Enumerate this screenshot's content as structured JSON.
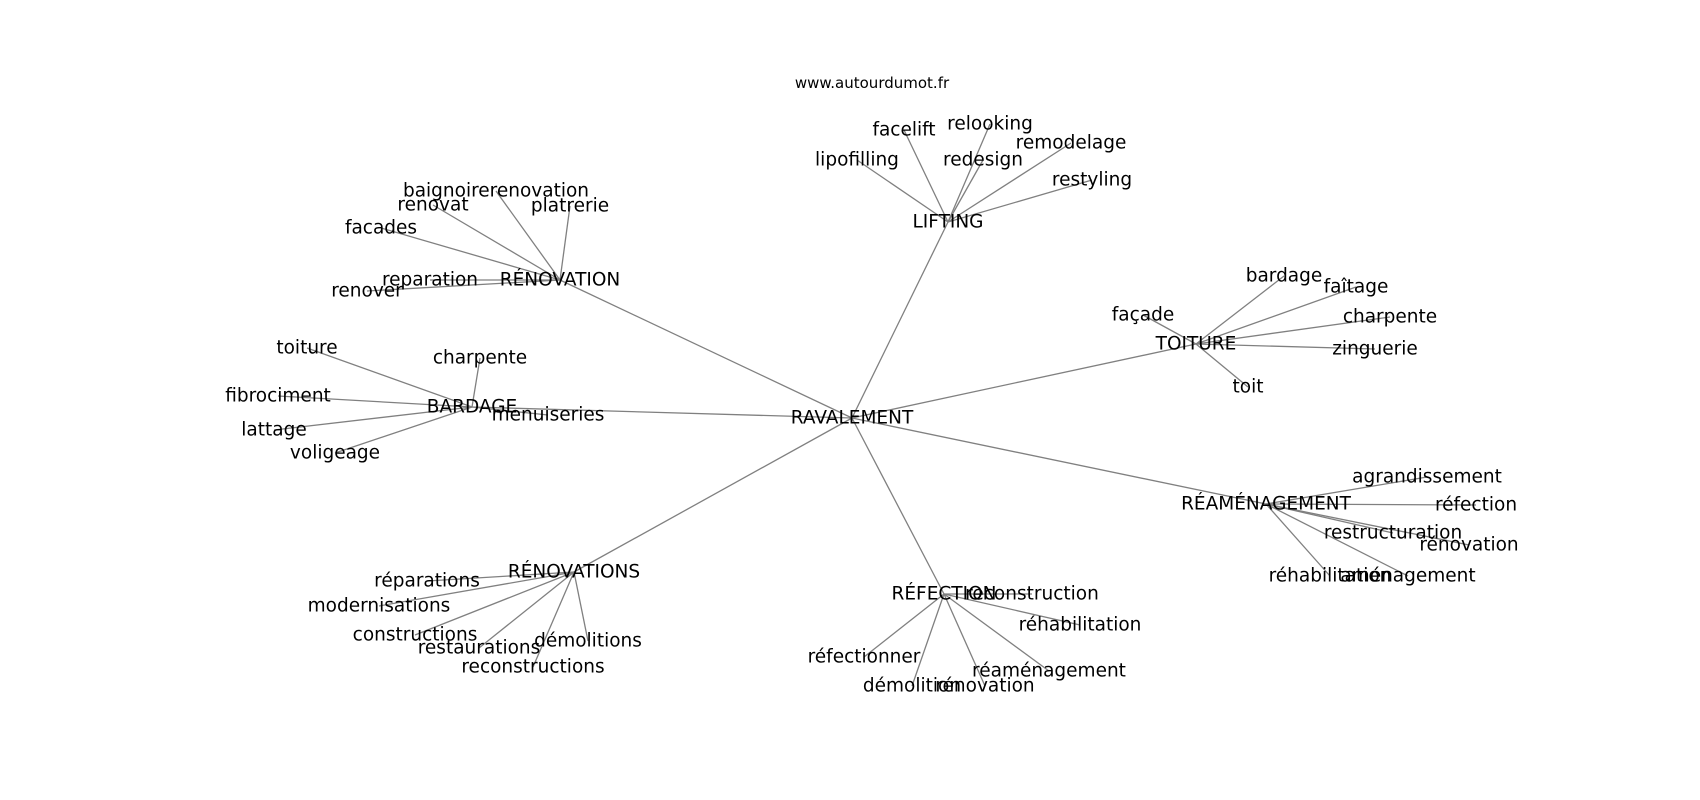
{
  "site": "www.autourdumot.fr",
  "root": "RAVALEMENT",
  "clusters": [
    {
      "hub": "RÉNOVATION",
      "leaves": [
        "baignoirerenovation",
        "renovat",
        "platrerie",
        "facades",
        "reparation",
        "renover"
      ]
    },
    {
      "hub": "LIFTING",
      "leaves": [
        "facelift",
        "relooking",
        "remodelage",
        "lipofilling",
        "redesign",
        "restyling"
      ]
    },
    {
      "hub": "TOITURE",
      "leaves": [
        "bardage",
        "faîtage",
        "façade",
        "charpente",
        "zinguerie",
        "toit"
      ]
    },
    {
      "hub": "BARDAGE",
      "leaves": [
        "toiture",
        "charpente",
        "fibrociment",
        "menuiseries",
        "lattage",
        "voligeage"
      ]
    },
    {
      "hub": "RÉAMÉNAGEMENT",
      "leaves": [
        "agrandissement",
        "réfection",
        "restructuration",
        "rénovation",
        "réhabilitation",
        "aménagement"
      ]
    },
    {
      "hub": "RÉNOVATIONS",
      "leaves": [
        "réparations",
        "modernisations",
        "constructions",
        "restaurations",
        "démolitions",
        "reconstructions"
      ]
    },
    {
      "hub": "RÉFECTION",
      "leaves": [
        "reconstruction",
        "réhabilitation",
        "réfectionner",
        "réaménagement",
        "démolition",
        "rénovation"
      ]
    }
  ]
}
